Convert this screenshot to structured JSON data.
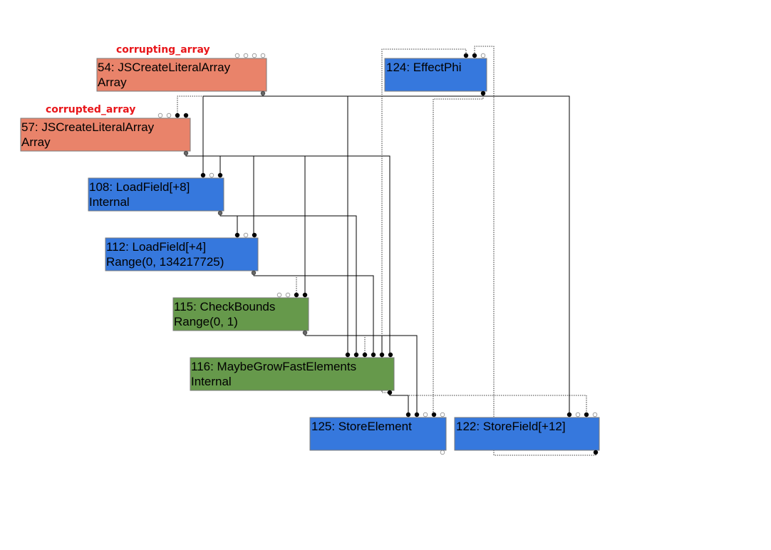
{
  "colors": {
    "orange": "#e9836a",
    "blue": "#3678dd",
    "green": "#66994b",
    "label_red": "#e8161a"
  },
  "nodes": [
    {
      "id": "n54",
      "line1": "54: JSCreateLiteralArray",
      "line2": "Array",
      "color": "orange",
      "label": "corrupting_array"
    },
    {
      "id": "n57",
      "line1": "57: JSCreateLiteralArray",
      "line2": "Array",
      "color": "orange",
      "label": "corrupted_array"
    },
    {
      "id": "n124",
      "line1": "124: EffectPhi",
      "line2": "",
      "color": "blue",
      "label": ""
    },
    {
      "id": "n108",
      "line1": "108: LoadField[+8]",
      "line2": "Internal",
      "color": "blue",
      "label": ""
    },
    {
      "id": "n112",
      "line1": "112: LoadField[+4]",
      "line2": "Range(0, 134217725)",
      "color": "blue",
      "label": ""
    },
    {
      "id": "n115",
      "line1": "115: CheckBounds",
      "line2": "Range(0, 1)",
      "color": "green",
      "label": ""
    },
    {
      "id": "n116",
      "line1": "116: MaybeGrowFastElements",
      "line2": "Internal",
      "color": "green",
      "label": ""
    },
    {
      "id": "n125",
      "line1": "125: StoreElement",
      "line2": "",
      "color": "blue",
      "label": ""
    },
    {
      "id": "n122",
      "line1": "122: StoreField[+12]",
      "line2": "",
      "color": "blue",
      "label": ""
    }
  ]
}
